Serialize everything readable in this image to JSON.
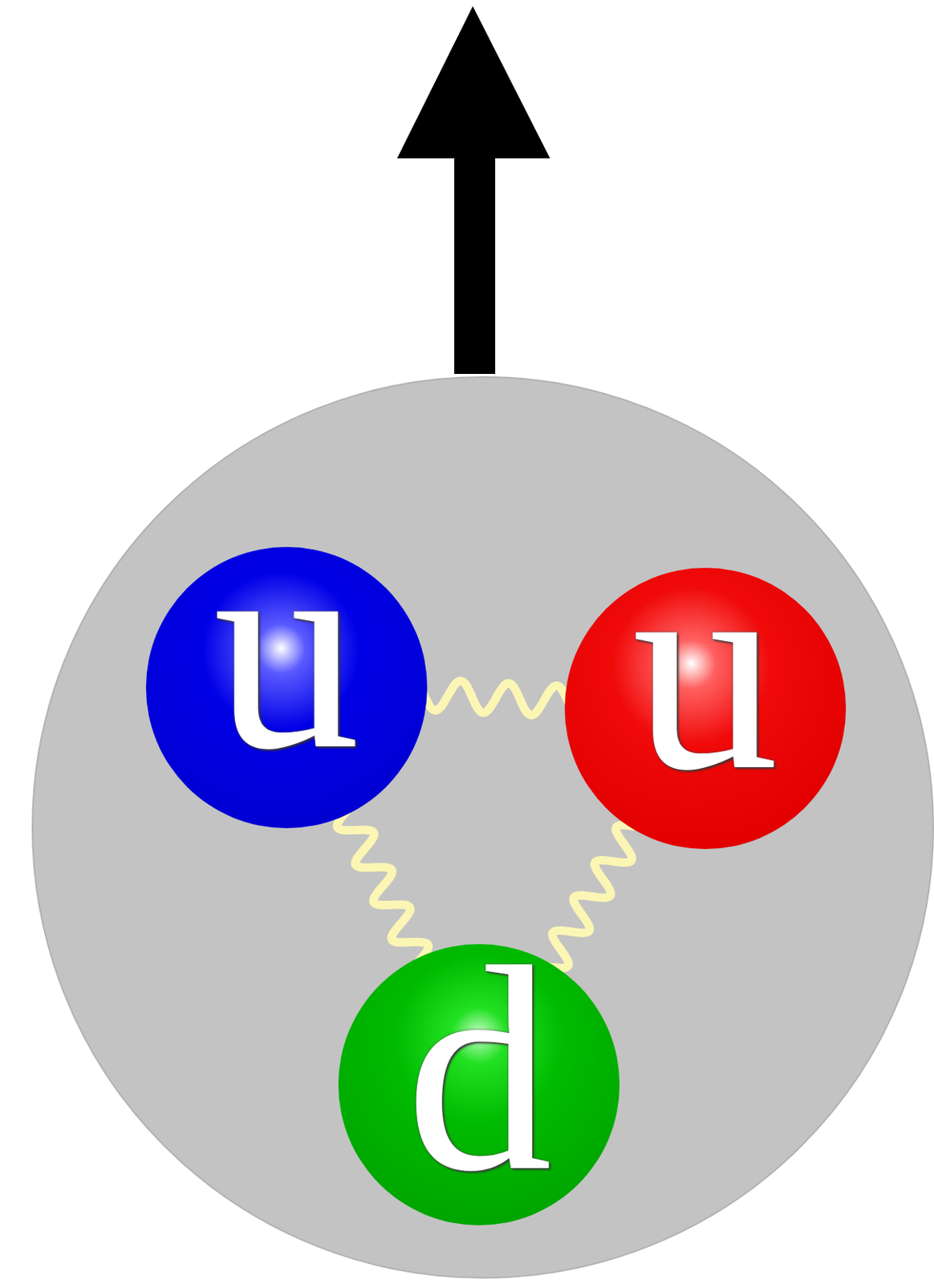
{
  "diagram": {
    "nodes": [
      {
        "text": [
          "u"
        ]
      },
      {
        "text": [
          "u"
        ]
      },
      {
        "text": [
          "d"
        ]
      }
    ],
    "edges": [
      {
        "from": 0,
        "to": 1,
        "arrow": "none"
      },
      {
        "from": 0,
        "to": 2,
        "arrow": "none"
      },
      {
        "from": 1,
        "to": 2,
        "arrow": "none"
      }
    ]
  }
}
